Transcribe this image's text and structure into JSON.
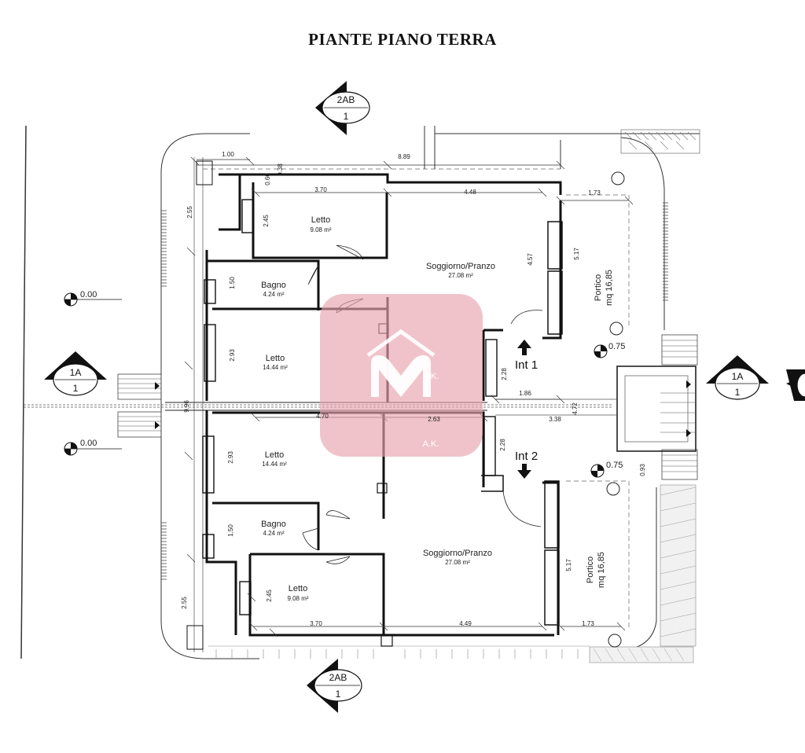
{
  "title": "PIANTE PIANO TERRA",
  "sections": {
    "top": {
      "label": "2AB",
      "num": "1"
    },
    "bottom": {
      "label": "2AB",
      "num": "1"
    },
    "left": {
      "label": "1A",
      "num": "1"
    },
    "right": {
      "label": "1A",
      "num": "1"
    }
  },
  "levels": {
    "left_top": "0.00",
    "left_bottom": "0.00",
    "right_top": "0.75",
    "right_bottom": "0.75"
  },
  "units": {
    "int1": "Int 1",
    "int2": "Int 2"
  },
  "rooms": {
    "letto_top": {
      "name": "Letto",
      "area": "9.08 m²"
    },
    "bagno_top": {
      "name": "Bagno",
      "area": "4.24 m²"
    },
    "letto_mid_top": {
      "name": "Letto",
      "area": "14.44 m²"
    },
    "soggiorno_top": {
      "name": "Soggiorno/Pranzo",
      "area": "27.08 m²"
    },
    "ak_top": {
      "name": "A.K."
    },
    "portico_top": {
      "name": "Portico",
      "area": "mq 16,85"
    },
    "letto_mid_bottom": {
      "name": "Letto",
      "area": "14.44 m²"
    },
    "bagno_bottom": {
      "name": "Bagno",
      "area": "4.24 m²"
    },
    "letto_bottom": {
      "name": "Letto",
      "area": "9.08 m²"
    },
    "soggiorno_bottom": {
      "name": "Soggiorno/Pranzo",
      "area": "27.08 m²"
    },
    "ak_bottom": {
      "name": "A.K."
    },
    "portico_bottom": {
      "name": "Portico",
      "area": "mq 16,85"
    }
  },
  "dimensions": {
    "d_100": "1.00",
    "d_889": "8.89",
    "d_060": "0.60",
    "d_038": "0.38",
    "d_370_top": "3.70",
    "d_448": "4.48",
    "d_173_top": "1.73",
    "d_255_top": "2.55",
    "d_245_top": "2.45",
    "d_150_top": "1.50",
    "d_293": "2.93",
    "d_457": "4.57",
    "d_517_top": "5.17",
    "d_228_top": "2.28",
    "d_186": "1.86",
    "d_996": "9.96",
    "d_470": "4.70",
    "d_263": "2.63",
    "d_472": "4.72",
    "d_338": "3.38",
    "d_293b": "2.93",
    "d_228_bottom": "2.28",
    "d_093": "0.93",
    "d_150_bottom": "1.50",
    "d_245_bottom": "2.45",
    "d_255_bottom": "2.55",
    "d_517_bottom": "5.17",
    "d_370_bottom": "3.70",
    "d_449": "4.49",
    "d_173_bottom": "1.73"
  },
  "colors": {
    "watermark": "#e8a3ad",
    "lines": "#111111"
  },
  "icons": {
    "watermark": "m-logo-icon",
    "level_marker": "level-marker-icon",
    "entrance_arrow": "arrow-icon"
  }
}
